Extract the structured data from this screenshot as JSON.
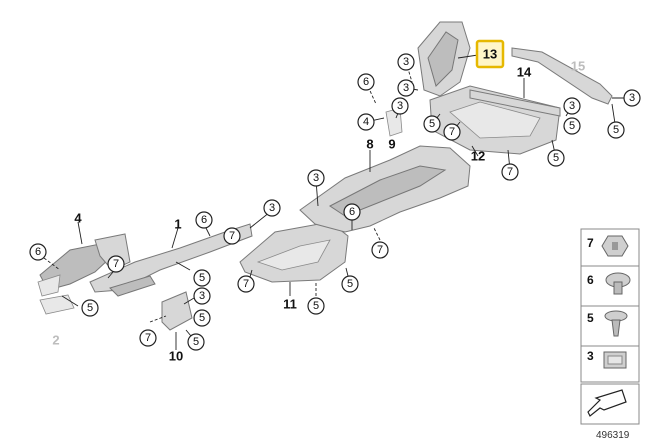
{
  "diagram_id": "496319",
  "labels": {
    "part1": "1",
    "part2": "2",
    "part4": "4",
    "part8": "8",
    "part9": "9",
    "part10": "10",
    "part11": "11",
    "part12": "12",
    "part13": "13",
    "part14": "14",
    "part15": "15"
  },
  "callouts": {
    "n3": "3",
    "n4": "4",
    "n5": "5",
    "n6": "6",
    "n7": "7"
  },
  "legend": [
    {
      "num": "7",
      "icon": "push-clip-icon"
    },
    {
      "num": "6",
      "icon": "collar-nut-icon"
    },
    {
      "num": "5",
      "icon": "expanding-rivet-icon"
    },
    {
      "num": "3",
      "icon": "clip-nut-icon"
    }
  ],
  "colors": {
    "highlight": "#e6b800",
    "part_fill": "#d7d7d7"
  }
}
